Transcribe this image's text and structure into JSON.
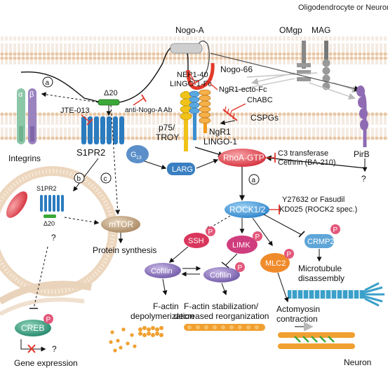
{
  "header": {
    "top_label": "Oligodendrocyte or Neuron"
  },
  "footer": {
    "bottom_label": "Neuron"
  },
  "colors": {
    "membrane": "#f3ddc6",
    "nogo_curve": "#e23a2a",
    "rhoa": "#e0434d",
    "rock": "#2f8fd6",
    "s1pr2": "#2b7bbf",
    "p75": "#f0c21a",
    "ngr1": "#f39a1c",
    "ssh": "#d9365c",
    "limk": "#cf3d7e",
    "mlc2": "#f08b2b",
    "crmp2": "#5fa6d8",
    "cofilin": "#7c63b0",
    "mtor": "#b99a74",
    "creb": "#2e9b7a",
    "larg": "#3a7fc1",
    "g13": "#5b8fc9",
    "integrin_alpha": "#8cc7a8",
    "integrin_beta": "#9b83c0",
    "inhibitor_red": "#e2352b",
    "p_badge": "#e3577a",
    "actin": "#f0a030",
    "microtubule": "#3aa0c9"
  },
  "labels": {
    "nogo_a": "Nogo-A",
    "nogo_66": "Nogo-66",
    "omgp": "OMgp",
    "mag": "MAG",
    "delta20": "Δ20",
    "anti_nogo": "anti-Nogo-A Ab",
    "nep1": "NEP1-40",
    "lingo_fc": "LINGO-1-Fc",
    "ngr1_ecto": "NgR1-ecto-Fc",
    "chabc": "ChABC",
    "cspgs": "CSPGs",
    "pirb": "PirB",
    "question": "?",
    "alpha": "α",
    "beta": "β",
    "integrins": "Integrins",
    "jte": "JTE-013",
    "s1pr2": "S1PR2",
    "g13": "G",
    "g13_sub": "13",
    "larg": "LARG",
    "p75_line1": "p75/",
    "p75_line2": "TROY",
    "ngr1": "NgR1",
    "lingo1": "LINGO-1",
    "rhoa": "RhoA-GTP",
    "c3_line1": "C3 transferase",
    "c3_line2": "Cethrin (BA-210)",
    "a": "a",
    "b": "b",
    "c": "c",
    "rock": "ROCK1/2",
    "y27_line1": "Y27632 or Fasudil",
    "y27_line2": "KD025 (ROCK2 spec.)",
    "mtor": "mTOR",
    "protein_synthesis": "Protein synthesis",
    "s1pr2_small": "S1PR2",
    "rhoa_small": "RhoA-GTP",
    "delta20_small": "Δ20",
    "ssh": "SSH",
    "limk": "LIMK",
    "mlc2": "MLC2",
    "crmp2": "CRMP2",
    "p": "P",
    "cofilin": "Cofilin",
    "microtubule_line1": "Microtubule",
    "microtubule_line2": "disassembly",
    "factin_line1": "F-actin",
    "factin_line2": "depolymerization",
    "stab_line1": "F-actin stabilization/",
    "stab_line2": "decreased reorganization",
    "acto_line1": "Actomyosin",
    "acto_line2": "contraction",
    "creb": "CREB",
    "gene_expression": "Gene expression"
  }
}
